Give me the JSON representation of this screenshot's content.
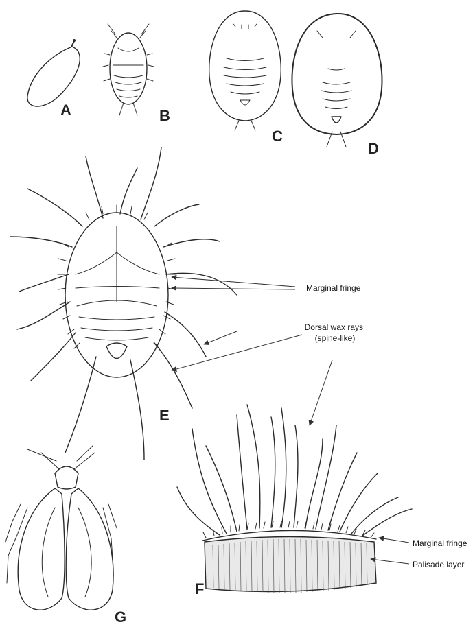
{
  "panels": {
    "a": "A",
    "b": "B",
    "c": "C",
    "d": "D",
    "e": "E",
    "f": "F",
    "g": "G"
  },
  "annotations": {
    "marginal_fringe_e": "Marginal fringe",
    "dorsal_wax_rays_line1": "Dorsal wax rays",
    "dorsal_wax_rays_line2": "(spine-like)",
    "marginal_fringe_f": "Marginal fringe",
    "palisade_layer": "Palisade layer"
  },
  "colors": {
    "ink": "#2a2a2a",
    "arrow": "#333333",
    "background": "#ffffff"
  }
}
